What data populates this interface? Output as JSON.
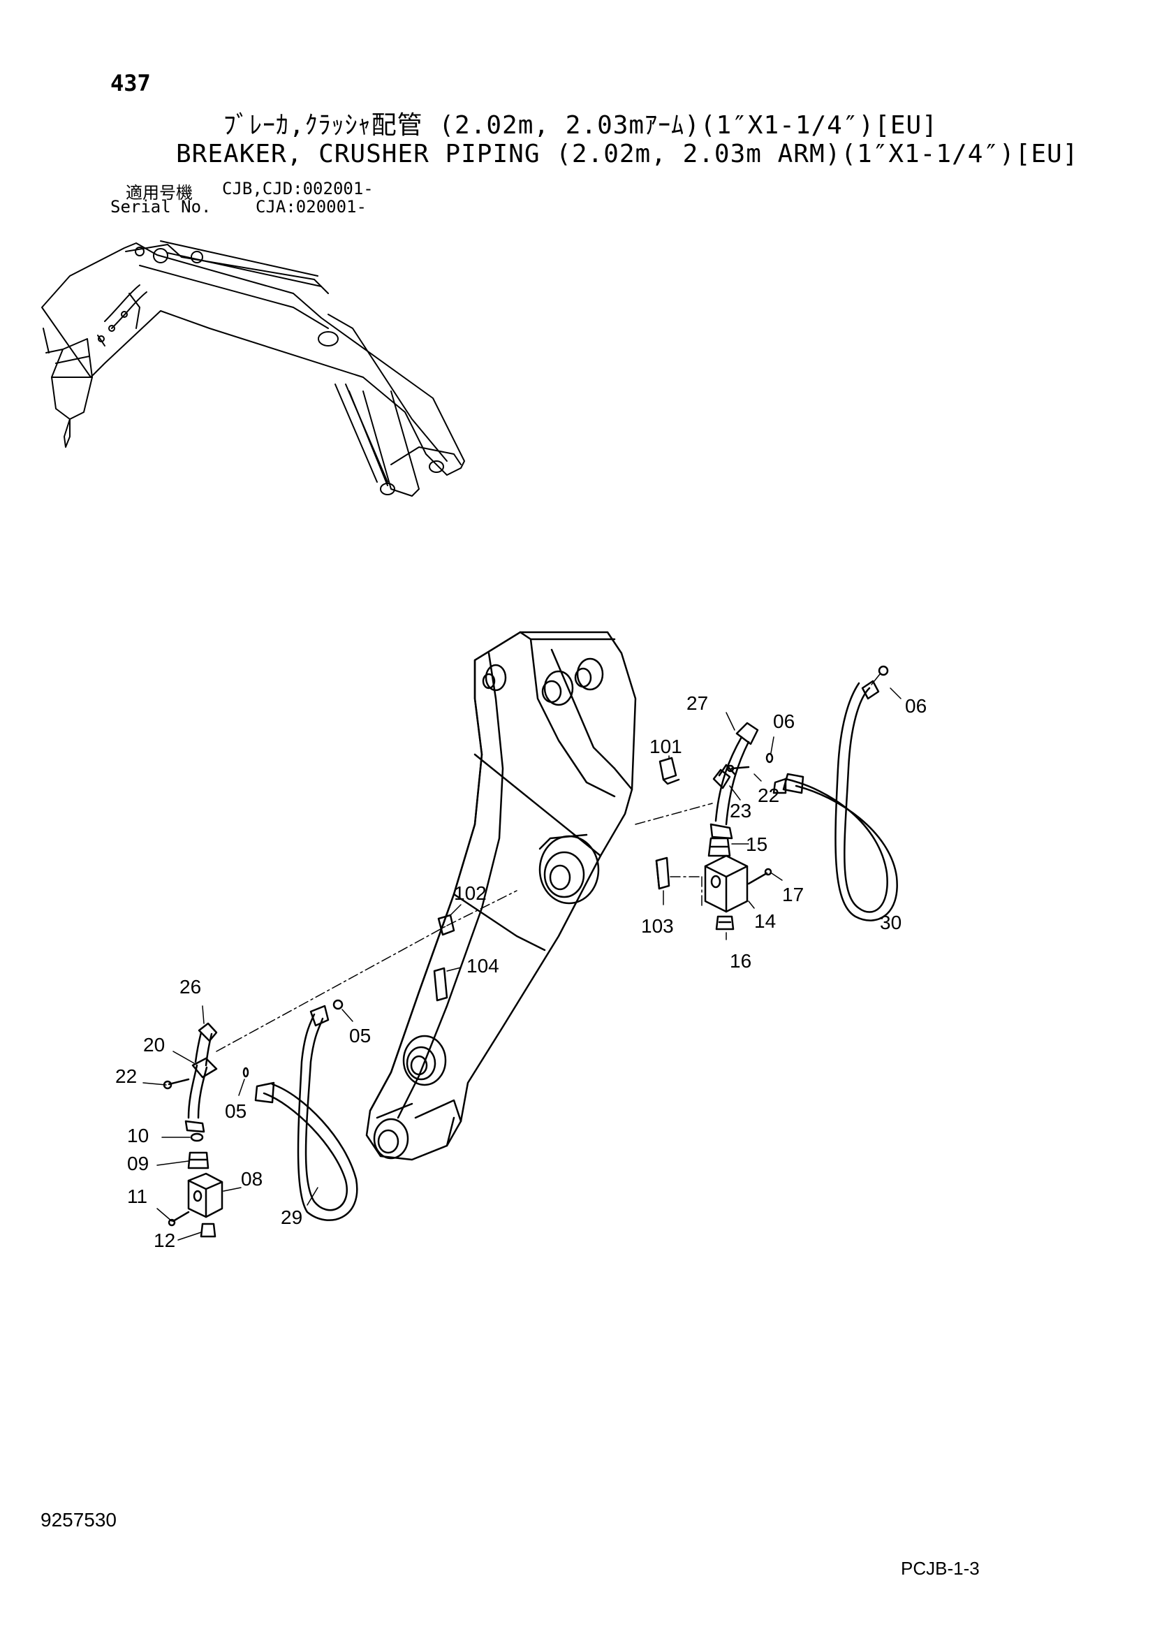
{
  "header": {
    "page_number": "437",
    "title_ja": "ﾌﾞﾚｰｶ,ｸﾗｯｼｬ配管 (2.02m, 2.03mｱｰﾑ)(1″X1-1/4″)[EU]",
    "title_en": "BREAKER, CRUSHER PIPING (2.02m, 2.03m ARM)(1″X1-1/4″)[EU]",
    "serial_label_ja": "適用号機",
    "serial_label_en": "Serial No.",
    "serial_value_1": "CJB,CJD:002001-",
    "serial_value_2": "CJA:020001-"
  },
  "footer": {
    "drawing_number": "9257530",
    "sheet_code": "PCJB-1-3"
  },
  "callouts": {
    "p27": "27",
    "p06a": "06",
    "p06b": "06",
    "p101": "101",
    "p22a": "22",
    "p23": "23",
    "p15": "15",
    "p17": "17",
    "p14": "14",
    "p16": "16",
    "p103": "103",
    "p30": "30",
    "p102": "102",
    "p104": "104",
    "p26": "26",
    "p20": "20",
    "p22b": "22",
    "p05a": "05",
    "p05b": "05",
    "p10": "10",
    "p09": "09",
    "p08": "08",
    "p11": "11",
    "p12": "12",
    "p29": "29"
  }
}
